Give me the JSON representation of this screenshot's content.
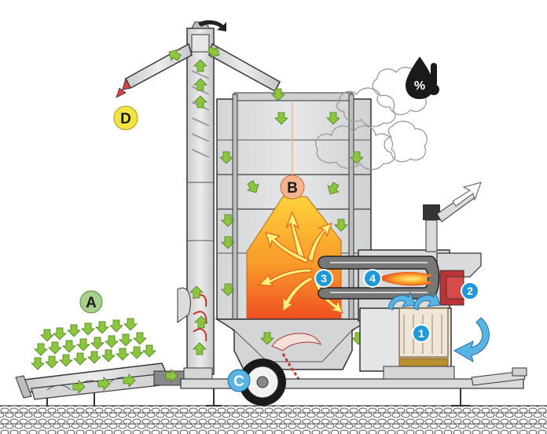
{
  "colors": {
    "letter_A": "#a8d08d",
    "letter_B": "#f6b48c",
    "letter_C": "#58b4e4",
    "letter_D": "#f4e442",
    "number_badge": "#1f9ad6",
    "green_arrow": "#8cc63f",
    "heat_orange": "#f47b20",
    "heat_yellow": "#fbd437",
    "metal_grey": "#d9dadc",
    "outline": "#333333"
  },
  "labels": {
    "A": "A",
    "B": "B",
    "C": "C",
    "D": "D",
    "n1": "1",
    "n2": "2",
    "n3": "3",
    "n4": "4",
    "humidity": "%"
  },
  "icons": [
    "humidity-thermometer-icon",
    "exhaust-arrow-icon",
    "green-flow-arrow-icon",
    "blue-airflow-arrow-icon"
  ]
}
